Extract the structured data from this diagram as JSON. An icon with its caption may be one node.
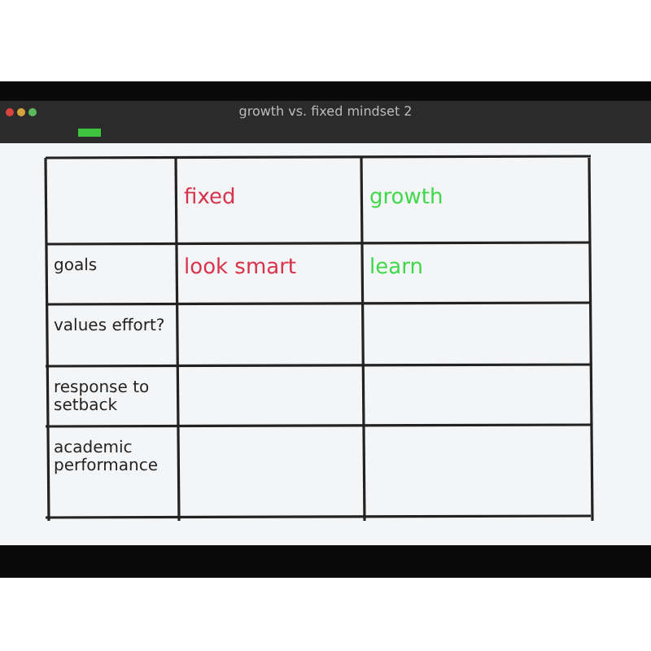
{
  "diagram": {
    "title": "growth vs. fixed mindset 2",
    "labels": [
      "fixed",
      "growth",
      "goals",
      "look smart",
      "learn",
      "values effort?",
      "response to setback",
      "academic performance"
    ]
  }
}
